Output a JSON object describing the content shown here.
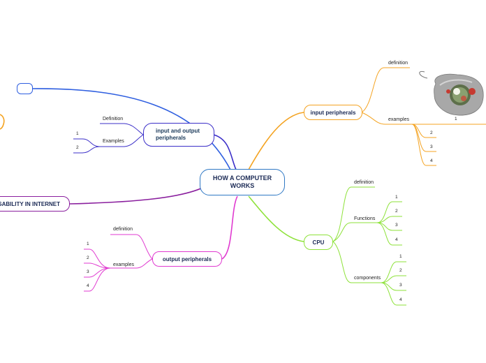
{
  "central": {
    "title_line1": "HOW A COMPUTER",
    "title_line2": "WORKS"
  },
  "branches": {
    "io_peripherals": {
      "label_line1": "input and output",
      "label_line2": "peripherals",
      "definition": "Definition",
      "examples": "Examples",
      "items": [
        "1",
        "2"
      ]
    },
    "empty_topic": {
      "label": ""
    },
    "responsability": {
      "label": "NSABILITY IN INTERNET"
    },
    "output_peripherals": {
      "label": "output peripherals",
      "definition": "definition",
      "examples": "examples",
      "items": [
        "1",
        "2",
        "3",
        "4"
      ]
    },
    "input_peripherals": {
      "label": "input peripherals",
      "definition": "definition",
      "examples": "examples",
      "items": [
        "1",
        "2",
        "3",
        "4"
      ]
    },
    "cpu": {
      "label": "CPU",
      "definition": "definition",
      "functions": "Functions",
      "function_items": [
        "1",
        "2",
        "3",
        "4"
      ],
      "components": "components",
      "component_items": [
        "1",
        "2",
        "3",
        "4"
      ]
    }
  },
  "images": {
    "input_example": "trackball-mouse-image"
  },
  "colors": {
    "central_border": "#2f78c4",
    "io": "#3b2fc8",
    "io_link": "#2f5fe0",
    "responsability": "#8a1f9e",
    "output": "#e03ad0",
    "input": "#f4a321",
    "cpu": "#8ee23a"
  }
}
